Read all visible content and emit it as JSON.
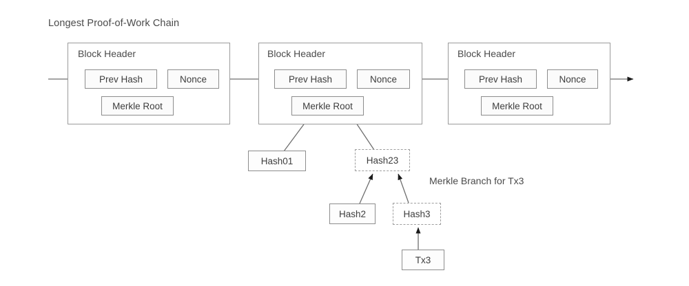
{
  "diagram": {
    "title": "Longest Proof-of-Work Chain",
    "annotation": "Merkle Branch for Tx3",
    "background_color": "#ffffff",
    "line_color": "#6e6e6e",
    "box_border_color": "#8c8c8c",
    "block_border_color": "#9a9a9a",
    "dashed_border_color": "#9d9d9d"
  },
  "blocks": [
    {
      "header_label": "Block Header",
      "prev_hash_label": "Prev Hash",
      "nonce_label": "Nonce",
      "merkle_root_label": "Merkle Root"
    },
    {
      "header_label": "Block Header",
      "prev_hash_label": "Prev Hash",
      "nonce_label": "Nonce",
      "merkle_root_label": "Merkle Root"
    },
    {
      "header_label": "Block Header",
      "prev_hash_label": "Prev Hash",
      "nonce_label": "Nonce",
      "merkle_root_label": "Merkle Root"
    }
  ],
  "merkle_tree": {
    "nodes": [
      {
        "label": "Hash01",
        "style": "solid"
      },
      {
        "label": "Hash23",
        "style": "dashed"
      },
      {
        "label": "Hash2",
        "style": "solid"
      },
      {
        "label": "Hash3",
        "style": "dashed"
      },
      {
        "label": "Tx3",
        "style": "solid"
      }
    ]
  }
}
